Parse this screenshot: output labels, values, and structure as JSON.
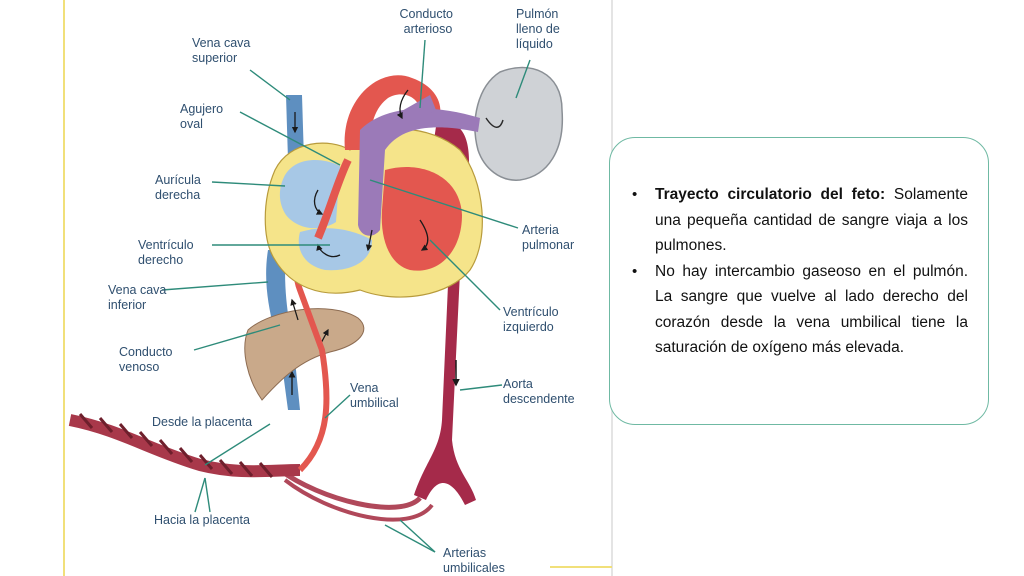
{
  "diagram": {
    "labels": {
      "conducto_arterioso": [
        "Conducto",
        "arterioso"
      ],
      "pulmon": [
        "Pulmón",
        "lleno de",
        "líquido"
      ],
      "vena_cava_superior": [
        "Vena cava",
        "superior"
      ],
      "agujero_oval": [
        "Agujero",
        "oval"
      ],
      "auricula_derecha": [
        "Aurícula",
        "derecha"
      ],
      "arteria_pulmonar": [
        "Arteria",
        "pulmonar"
      ],
      "ventriculo_derecho": [
        "Ventrículo",
        "derecho"
      ],
      "vena_cava_inferior": [
        "Vena cava",
        "inferior"
      ],
      "ventriculo_izquierdo": [
        "Ventrículo",
        "izquierdo"
      ],
      "conducto_venoso": [
        "Conducto",
        "venoso"
      ],
      "vena_umbilical": [
        "Vena",
        "umbilical"
      ],
      "aorta_descendente": [
        "Aorta",
        "descendente"
      ],
      "desde_placenta": "Desde la placenta",
      "hacia_placenta": "Hacia la placenta",
      "arterias_umbilicales": [
        "Arterias",
        "umbilicales"
      ]
    },
    "colors": {
      "oxygenated": "#e3574f",
      "deoxygenated": "#a7c8e6",
      "mixed": "#9b7ab8",
      "aorta": "#a52a4a",
      "liver": "#c9a98a",
      "lung": "#cfd2d6",
      "label": "#2f4f6f"
    }
  },
  "callout": {
    "bullet1_title": "Trayecto circulatorio del feto:",
    "bullet1_text": "Solamente una pequeña cantidad de sangre viaja a los pulmones.",
    "bullet2_text": "No hay intercambio gaseoso en el pulmón. La sangre que vuelve al lado derecho del corazón desde la vena umbilical tiene la saturación de oxígeno más elevada."
  }
}
